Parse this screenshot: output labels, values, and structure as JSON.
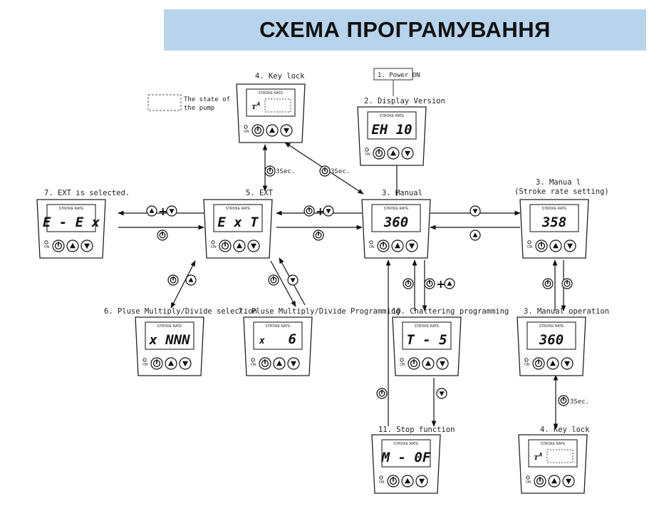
{
  "title": "СХЕМА ПРОГРАМУВАННЯ",
  "legend": {
    "line1": "The state of",
    "line2": "the pump"
  },
  "nodes": {
    "power_on": {
      "label": "1. Power ON"
    },
    "display_version": {
      "label": "2. Display Version",
      "display": "EH 10"
    },
    "key_lock_top": {
      "label": "4. Key lock",
      "display": ""
    },
    "ext": {
      "label": "5. EXT",
      "display": "E x T"
    },
    "ext_selected": {
      "label": "7. EXT is selected.",
      "display": "E - E x"
    },
    "manual": {
      "label": "3. Manual",
      "display": "360"
    },
    "manual_setting": {
      "label1": "3. Manua l",
      "label2": "(Stroke rate setting)",
      "display": "358"
    },
    "pulse_select": {
      "label": "6. Pluse Multiply/Divide selection",
      "display": "x NNN"
    },
    "pulse_prog": {
      "label": "7. Pluse Multiply/Divide Programming",
      "display_prefix": "x",
      "display_value": "6"
    },
    "chattering": {
      "label": "10. Chattering programming",
      "display": "T - 5"
    },
    "manual_operation": {
      "label": "3. Manual operation",
      "display": "360"
    },
    "stop_function": {
      "label": "11. Stop function",
      "display": "M - 0F"
    },
    "key_lock_bottom": {
      "label": "4. Key lock",
      "display": ""
    }
  },
  "panel": {
    "header": "STROKE RATE",
    "on_label": "ON"
  },
  "transitions": {
    "keylock_ext": "3Sec.",
    "keylock_manual": "3Sec.",
    "manual_keylock_bottom": "3Sec."
  }
}
